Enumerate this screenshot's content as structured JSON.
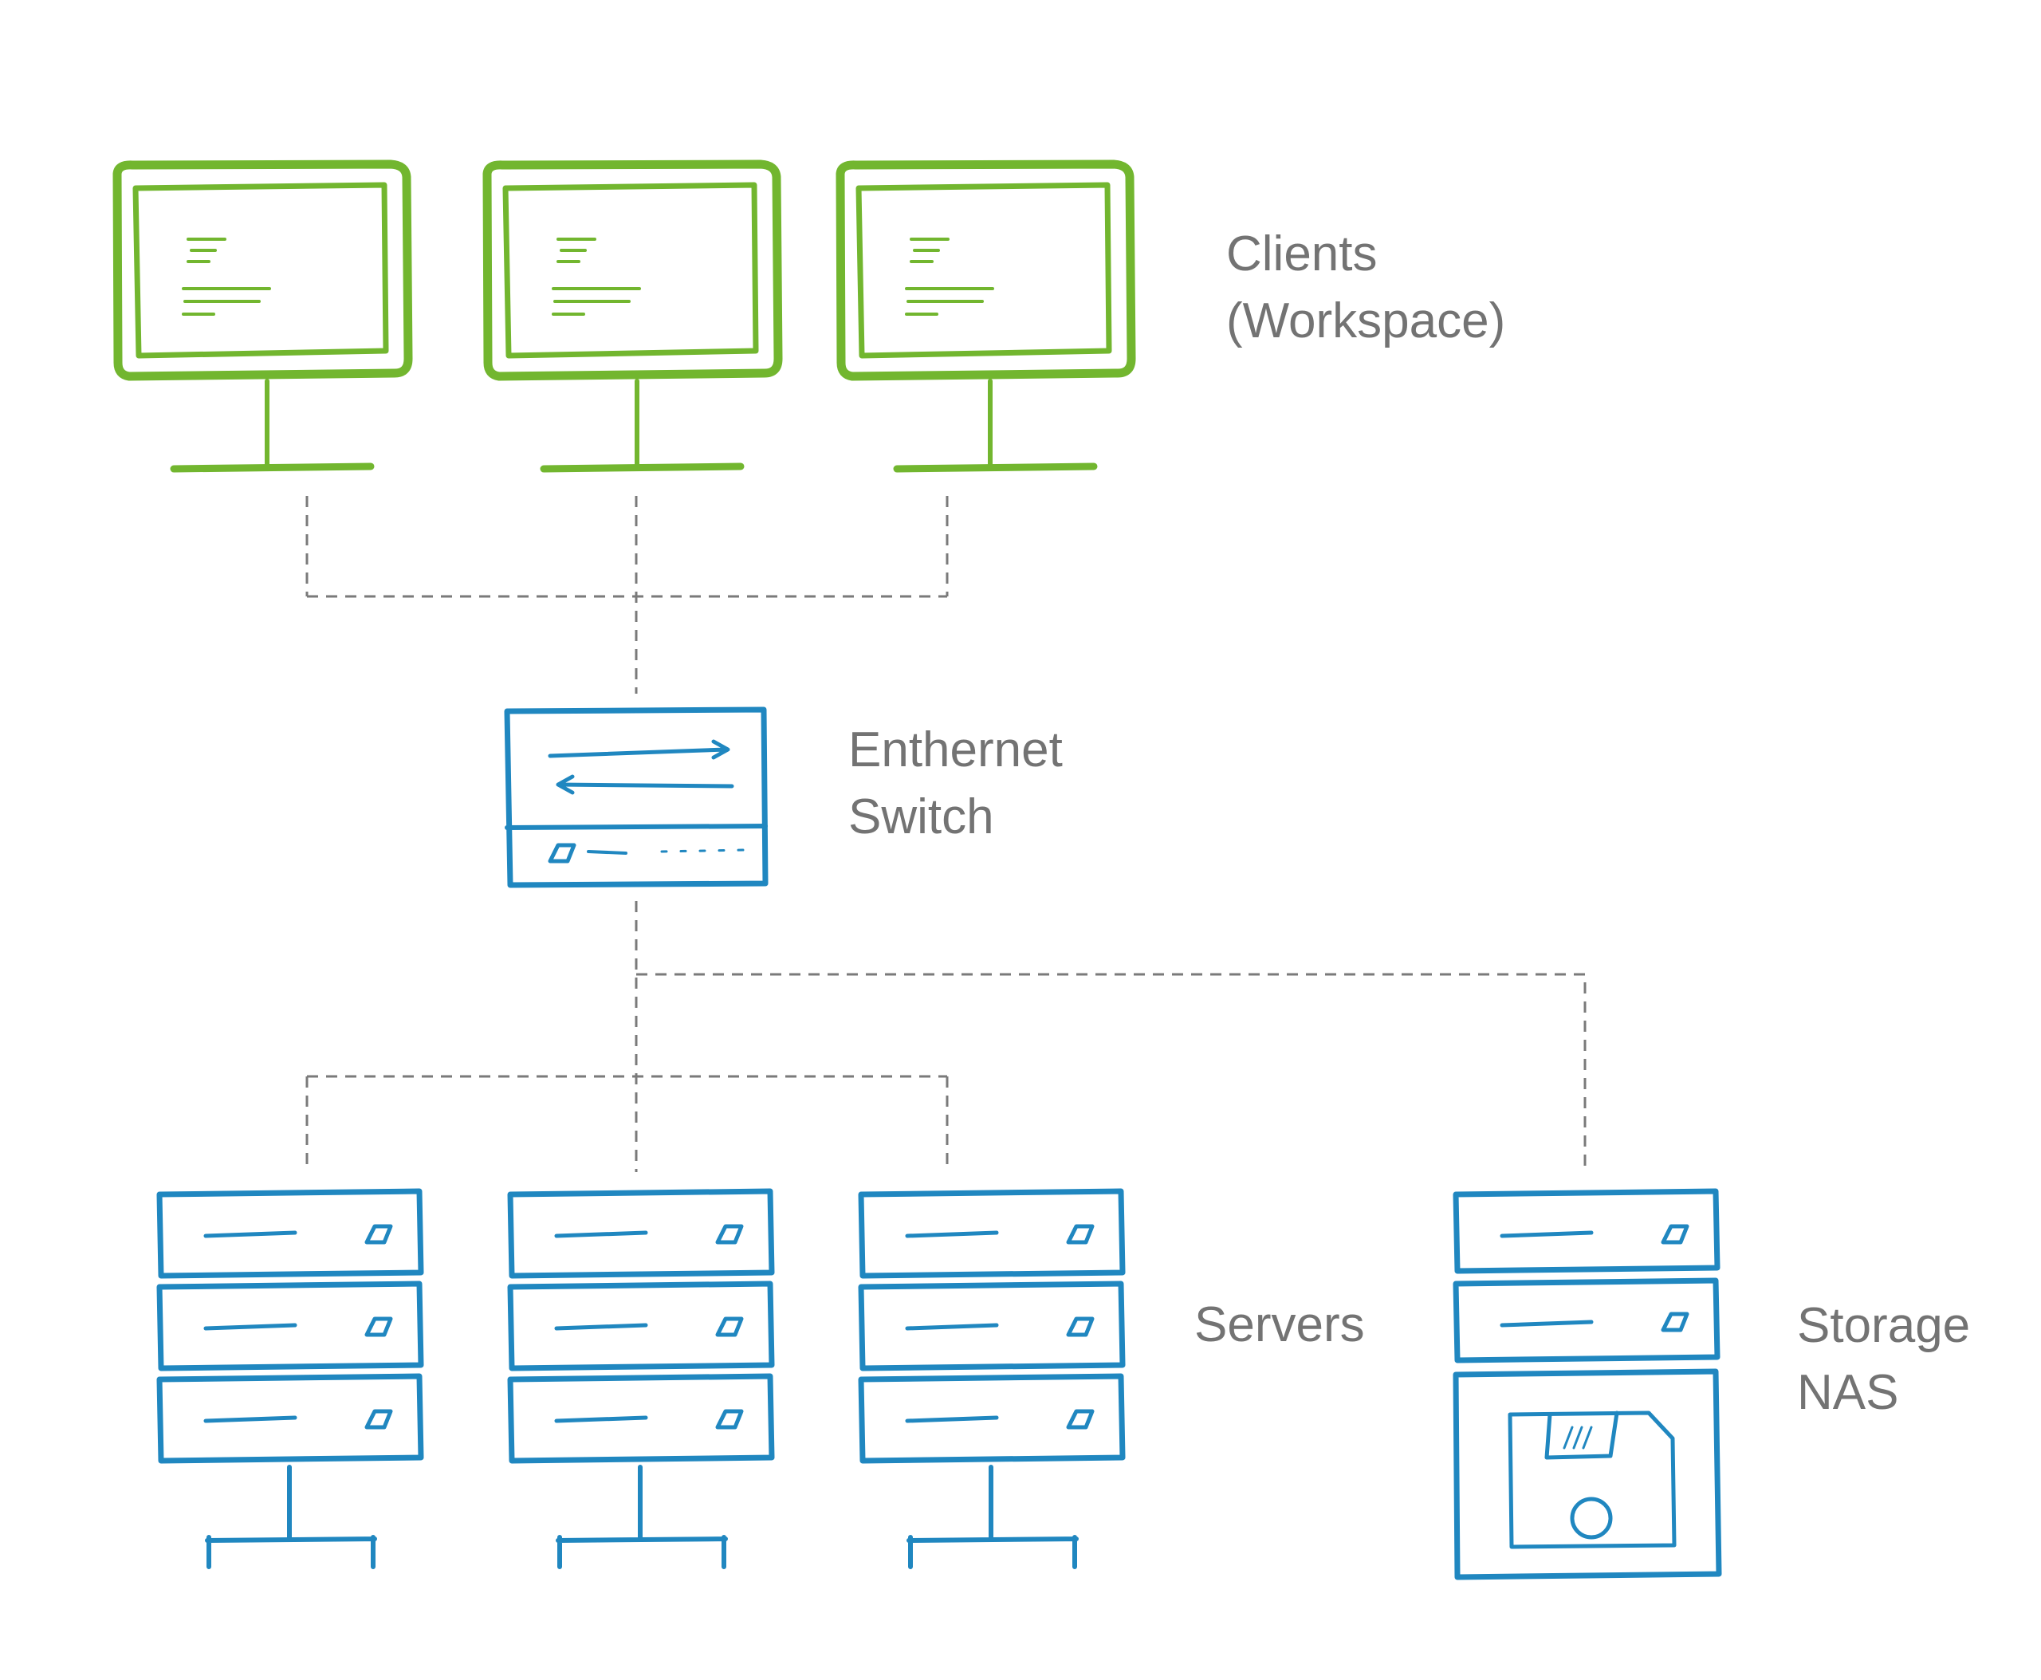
{
  "labels": {
    "clients": [
      "Clients",
      "(Workspace)"
    ],
    "switch": [
      "Enthernet",
      "Switch"
    ],
    "servers": [
      "Servers"
    ],
    "storage": [
      "Storage",
      "NAS"
    ]
  },
  "colors": {
    "client": "#72b62f",
    "infra": "#2087c0",
    "link": "#7a7a7a",
    "label": "#737373"
  },
  "icons": {
    "client": "monitor-icon",
    "switch": "network-switch-icon",
    "server": "server-rack-icon",
    "storage": "nas-storage-icon"
  }
}
